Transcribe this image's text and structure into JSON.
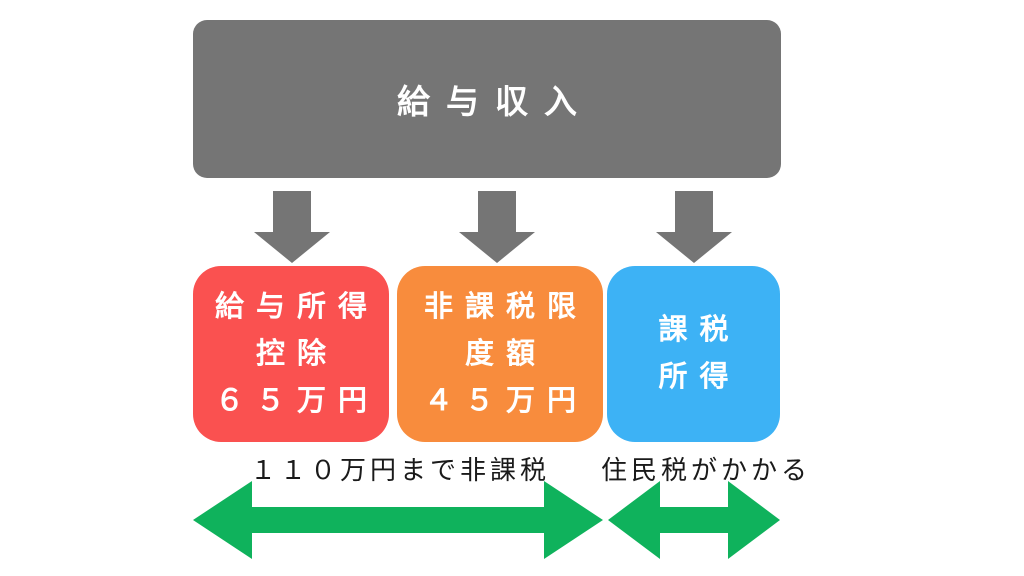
{
  "colors": {
    "gray": "#757575",
    "red": "#FA5150",
    "orange": "#F88C3D",
    "blue": "#3DB2F5",
    "green": "#0FB25C",
    "text_white": "#FFFFFF",
    "text_black": "#1A1A1A"
  },
  "top_box": {
    "label": "給与収入"
  },
  "boxes": [
    {
      "name": "salary-income-deduction",
      "color": "#FA5150",
      "lines": [
        "給与所得",
        "控除",
        "６５万円"
      ]
    },
    {
      "name": "tax-free-limit",
      "color": "#F88C3D",
      "lines": [
        "非課税限",
        "度額",
        "４５万円"
      ]
    },
    {
      "name": "taxable-income",
      "color": "#3DB2F5",
      "lines": [
        "課税",
        "所得"
      ]
    }
  ],
  "captions": {
    "tax_free_range": "１１０万円まで非課税",
    "resident_tax_range": "住民税がかかる"
  }
}
